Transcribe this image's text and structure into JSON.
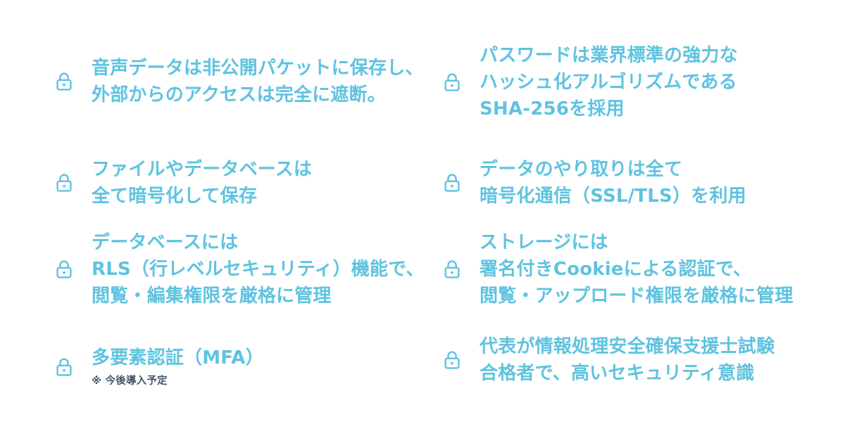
{
  "theme": {
    "background": "#ffffff",
    "accent": "#5FC3E0",
    "note_color": "#44556a"
  },
  "icons": {
    "lock": "lock-icon"
  },
  "columns": [
    {
      "id": "left",
      "items": [
        {
          "icon": "lock-icon",
          "lines": [
            "音声データは非公開パケットに保存し、",
            "外部からのアクセスは完全に遮断。"
          ]
        },
        {
          "icon": "lock-icon",
          "lines": [
            "ファイルやデータベースは",
            "全て暗号化して保存"
          ]
        },
        {
          "icon": "lock-icon",
          "lines": [
            "データベースには",
            "RLS（行レベルセキュリティ）機能で、",
            "閲覧・編集権限を厳格に管理"
          ]
        },
        {
          "icon": "lock-icon",
          "lines": [
            "多要素認証（MFA）"
          ],
          "note": "※ 今後導入予定"
        }
      ]
    },
    {
      "id": "right",
      "items": [
        {
          "icon": "lock-icon",
          "lines": [
            "パスワードは業界標準の強力な",
            "ハッシュ化アルゴリズムである",
            "SHA-256を採用"
          ]
        },
        {
          "icon": "lock-icon",
          "lines": [
            "データのやり取りは全て",
            "暗号化通信（SSL/TLS）を利用"
          ]
        },
        {
          "icon": "lock-icon",
          "lines": [
            "ストレージには",
            "署名付きCookieによる認証で、",
            "閲覧・アップロード権限を厳格に管理"
          ]
        },
        {
          "icon": "lock-icon",
          "lines": [
            "代表が情報処理安全確保支援士試験",
            "合格者で、高いセキュリティ意識"
          ]
        }
      ]
    }
  ]
}
